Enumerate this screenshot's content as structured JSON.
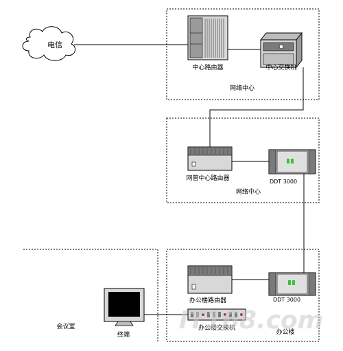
{
  "cloud": {
    "label": "电信"
  },
  "regions": {
    "network_center_top": {
      "label": "网络中心"
    },
    "network_center_mid": {
      "label": "网络中心"
    },
    "meeting_room": {
      "label": "会议室"
    },
    "office_building": {
      "label": "办公楼"
    }
  },
  "devices": {
    "central_router": {
      "label": "中心路由器"
    },
    "central_switch": {
      "label": "中心交换机"
    },
    "mgmt_router": {
      "label": "网管中心路由器"
    },
    "mgmt_hub": {
      "label": "DDT 3000"
    },
    "office_router": {
      "label": "办公楼路由器"
    },
    "office_hub": {
      "label": "DDT 3000"
    },
    "office_switch": {
      "label": "办公楼交换机"
    },
    "terminal": {
      "label": "终端"
    }
  },
  "watermark": {
    "text": "IT168.com"
  },
  "colors": {
    "line": "#000000",
    "device_fill": "#d8d8d8",
    "device_dark": "#7a7a7a",
    "hub_green": "#3cbf3c",
    "monitor_screen": "#000000",
    "watermark": "#c8c8c8"
  }
}
